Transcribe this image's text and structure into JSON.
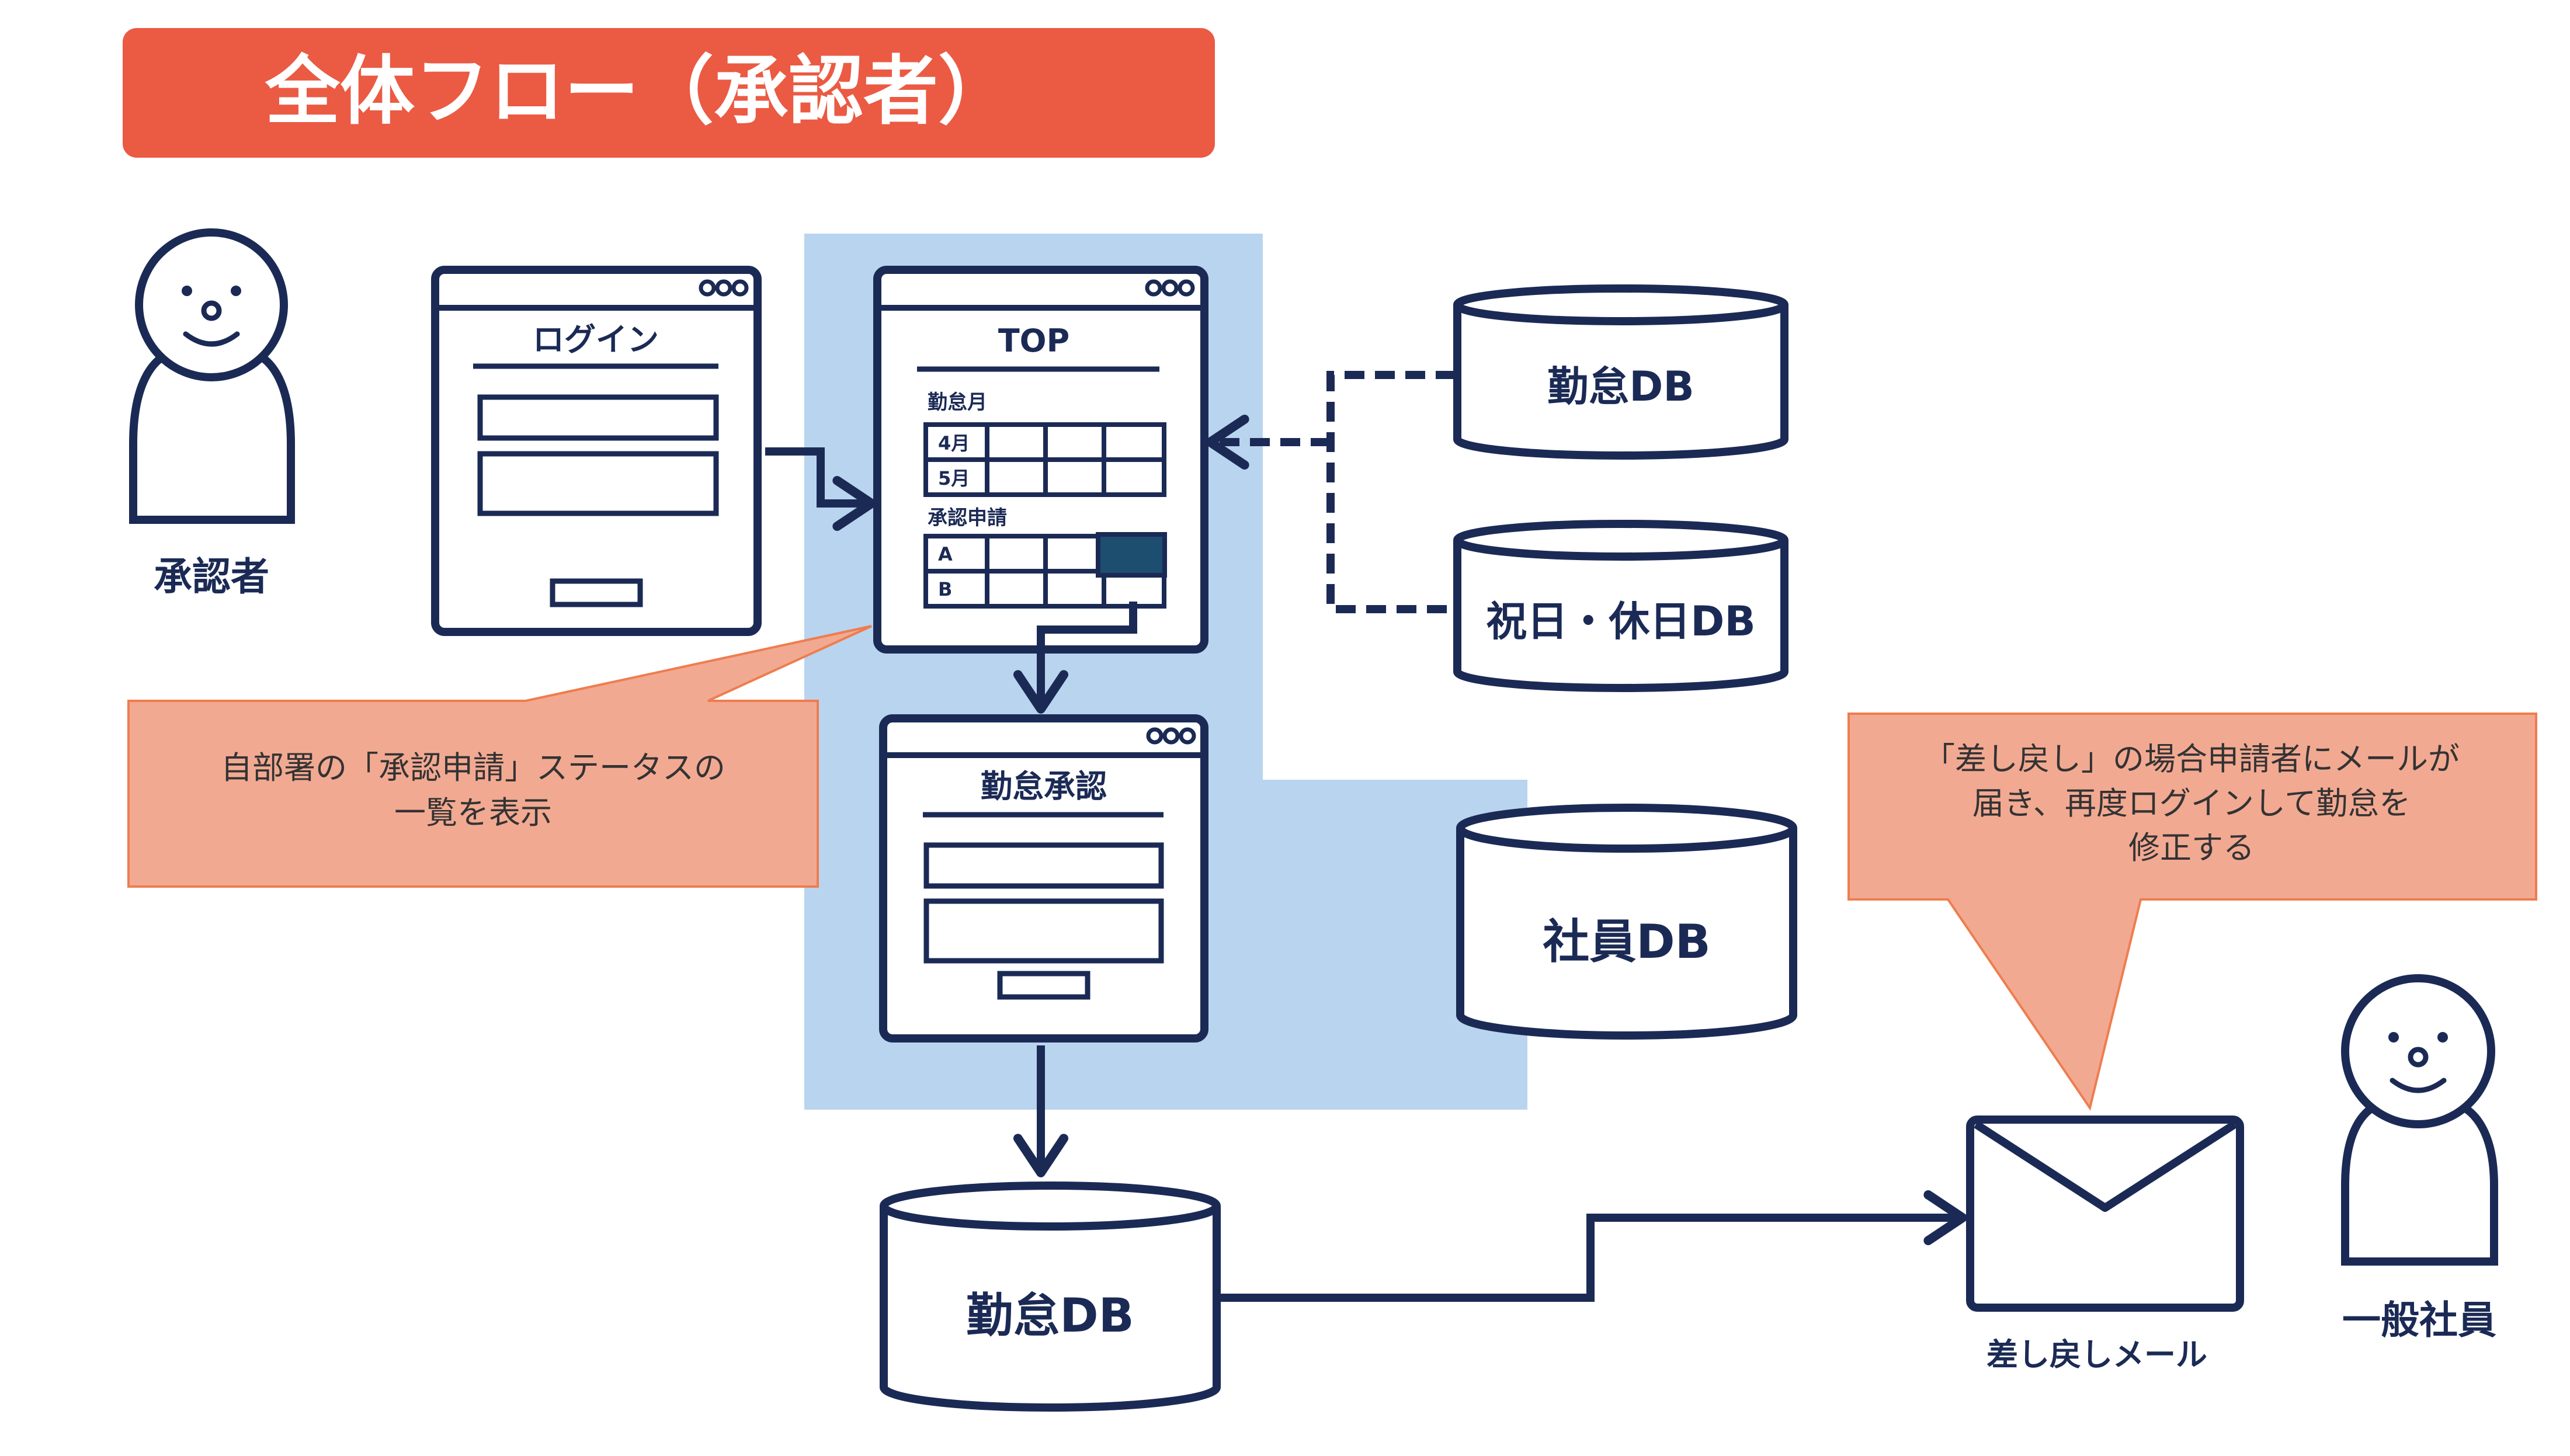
{
  "title": "全体フロー（承認者）",
  "colors": {
    "navy": "#1b2a55",
    "title_bg": "#eb5a43",
    "highlight": "#b9d4ef",
    "callout_fill": "#f2a992",
    "callout_stroke": "#ee7d4f",
    "selected_cell": "#1d4e6f"
  },
  "actors": {
    "approver": "承認者",
    "employee": "一般社員"
  },
  "screens": {
    "login": {
      "title": "ログイン"
    },
    "top": {
      "title": "TOP",
      "attendance_month_label": "勤怠月",
      "months": [
        "4月",
        "5月"
      ],
      "approval_request_label": "承認申請",
      "requests": [
        "A",
        "B"
      ]
    },
    "approval": {
      "title": "勤怠承認"
    }
  },
  "databases": {
    "attendance_ref": "勤怠DB",
    "holiday": "祝日・休日DB",
    "employee": "社員DB",
    "attendance_main": "勤怠DB"
  },
  "callouts": {
    "top_status": [
      "自部署の「承認申請」ステータスの",
      "一覧を表示"
    ],
    "remand": [
      "「差し戻し」の場合申請者にメールが",
      "届き、再度ログインして勤怠を",
      "修正する"
    ]
  },
  "mail": {
    "label": "差し戻しメール"
  }
}
